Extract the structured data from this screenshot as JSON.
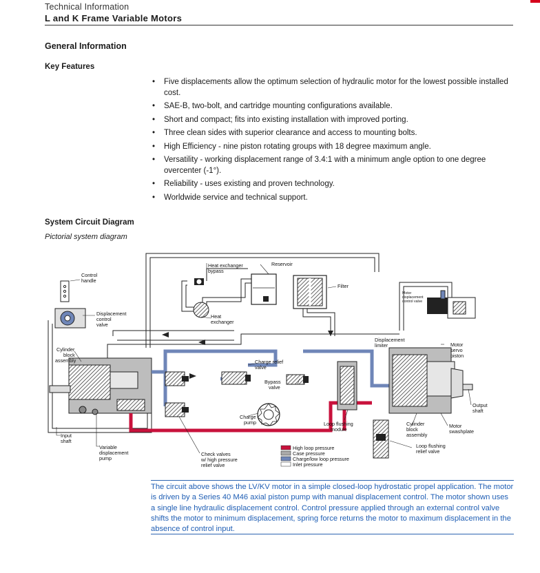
{
  "header": {
    "section": "Technical Information",
    "title": "L and K Frame Variable Motors",
    "accent_color": "#d5001c"
  },
  "general": {
    "heading": "General Information",
    "key_features_heading": "Key Features",
    "features": [
      "Five displacements allow the optimum selection of hydraulic motor for the lowest possible installed cost.",
      "SAE-B, two-bolt, and cartridge mounting configurations available.",
      "Short and compact; fits into existing installation with improved porting.",
      "Three clean sides with superior clearance and access to mounting bolts.",
      "High Efficiency - nine piston rotating groups with 18 degree maximum angle.",
      "Versatility - working displacement range of 3.4:1 with a minimum angle option to one degree overcenter (-1°).",
      "Reliability - uses existing and proven technology.",
      "Worldwide service and technical support."
    ]
  },
  "circuit": {
    "heading": "System Circuit Diagram",
    "subheading": "Pictorial system diagram",
    "labels": {
      "control_handle": [
        "Control",
        "handle"
      ],
      "heat_exchanger_bypass": [
        "Heat exchanger",
        "bypass"
      ],
      "reservoir": [
        "Reservoir"
      ],
      "filter": [
        "Filter"
      ],
      "motor_displacement_control_valve": [
        "Motor",
        "displacement",
        "control valve"
      ],
      "displacement_control_valve": [
        "Displacement",
        "control",
        "valve"
      ],
      "heat_exchanger": [
        "Heat",
        "exchanger"
      ],
      "displacement_limiter": [
        "Displacement",
        "limiter"
      ],
      "motor_servo_piston": [
        "Motor",
        "servo",
        "piston"
      ],
      "cylinder_block_assembly_left": [
        "Cylinder",
        "block",
        "assembly"
      ],
      "charge_relief_valve": [
        "Charge relief",
        "valve"
      ],
      "bypass_valve": [
        "Bypass",
        "valve"
      ],
      "charge_pump": [
        "Charge",
        "pump"
      ],
      "loop_flushing_module": [
        "Loop flushing",
        "module"
      ],
      "output_shaft": [
        "Output",
        "shaft"
      ],
      "cylinder_block_assembly_right": [
        "Cylinder",
        "block",
        "assembly"
      ],
      "motor_swashplate": [
        "Motor",
        "swashplate"
      ],
      "input_shaft": [
        "Input",
        "shaft"
      ],
      "variable_displacement_pump": [
        "Variable",
        "displacement",
        "pump"
      ],
      "check_valves": [
        "Check valves",
        "w/ high pressure",
        "relief valve"
      ],
      "loop_flushing_relief_valve": [
        "Loop flushing",
        "relief valve"
      ]
    },
    "legend": [
      {
        "label": "High loop pressure",
        "color": "#c8123c"
      },
      {
        "label": "Case pressure",
        "color": "#a9a9a9"
      },
      {
        "label": "Charge/low loop pressure",
        "color": "#6f86b8"
      },
      {
        "label": "Inlet pressure",
        "color": "#ffffff"
      }
    ],
    "caption": "The circuit above shows the LV/KV motor in a simple closed-loop hydrostatic propel application. The motor is driven by a Series 40 M46 axial piston pump with manual displacement control. The motor shown uses a single line hydraulic displacement control. Control pressure applied through an external control valve shifts the motor to minimum displacement, spring force returns the motor to maximum displacement in the absence of control input."
  }
}
